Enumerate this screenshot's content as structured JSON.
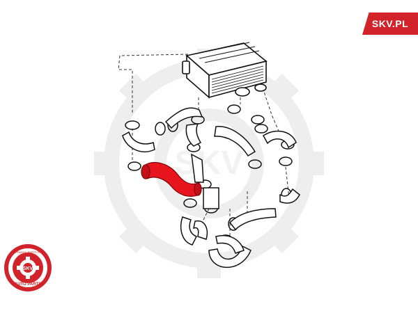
{
  "brand": {
    "label": "SKV.PL",
    "color": "#d2222a"
  },
  "logo": {
    "center_text": "SKV",
    "ring_text": "GERMANY·PARTS·SKV",
    "bottom_text": "AUTO PARTS",
    "icon": "gear-icon"
  },
  "diagram": {
    "highlight_color": "#e8141e",
    "line_color": "#111111",
    "watermark_color": "#eeeeee",
    "watermark_text": "SKV"
  }
}
